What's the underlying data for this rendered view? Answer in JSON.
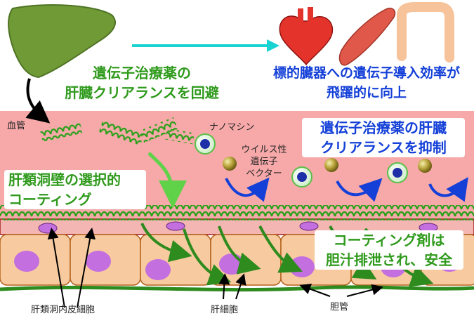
{
  "labels": {
    "liver_strategy": [
      "遺伝子治療薬の",
      "肝臓クリアランスを回避"
    ],
    "organ_efficiency": [
      "標的臓器への遺伝子導入効率が",
      "飛躍的に向上"
    ],
    "blood_vessel": "血管",
    "nanomachine": "ナノマシン",
    "viral_vector": [
      "ウイルス性",
      "遺伝子",
      "ベクター"
    ],
    "suppress_clearance": [
      "遺伝子治療薬の肝臓",
      "クリアランスを抑制"
    ],
    "selective_coating": [
      "肝類洞壁の選択的",
      "コーティング"
    ],
    "coating_excreted": [
      "コーティング剤は",
      "胆汁排泄され、安全"
    ],
    "endothelial_cell": "肝類洞内皮細胞",
    "hepatocyte": "肝細胞",
    "bile_duct": "胆管"
  },
  "icons": {
    "liver": "liver-icon",
    "heart": "heart-icon",
    "muscle": "muscle-icon",
    "intestine": "intestine-icon",
    "nanomachine": "nanomachine-icon",
    "virus": "virus-icon",
    "polymer": "polymer-coil-icon"
  },
  "colors": {
    "green_text": "#2f9a1c",
    "blue_text": "#1440d8",
    "blood_bg": "#f7a9a9",
    "cell_fill": "#f7caa0",
    "nucleus": "#c46fe0",
    "arrow_cyan": "#19d3d3"
  }
}
